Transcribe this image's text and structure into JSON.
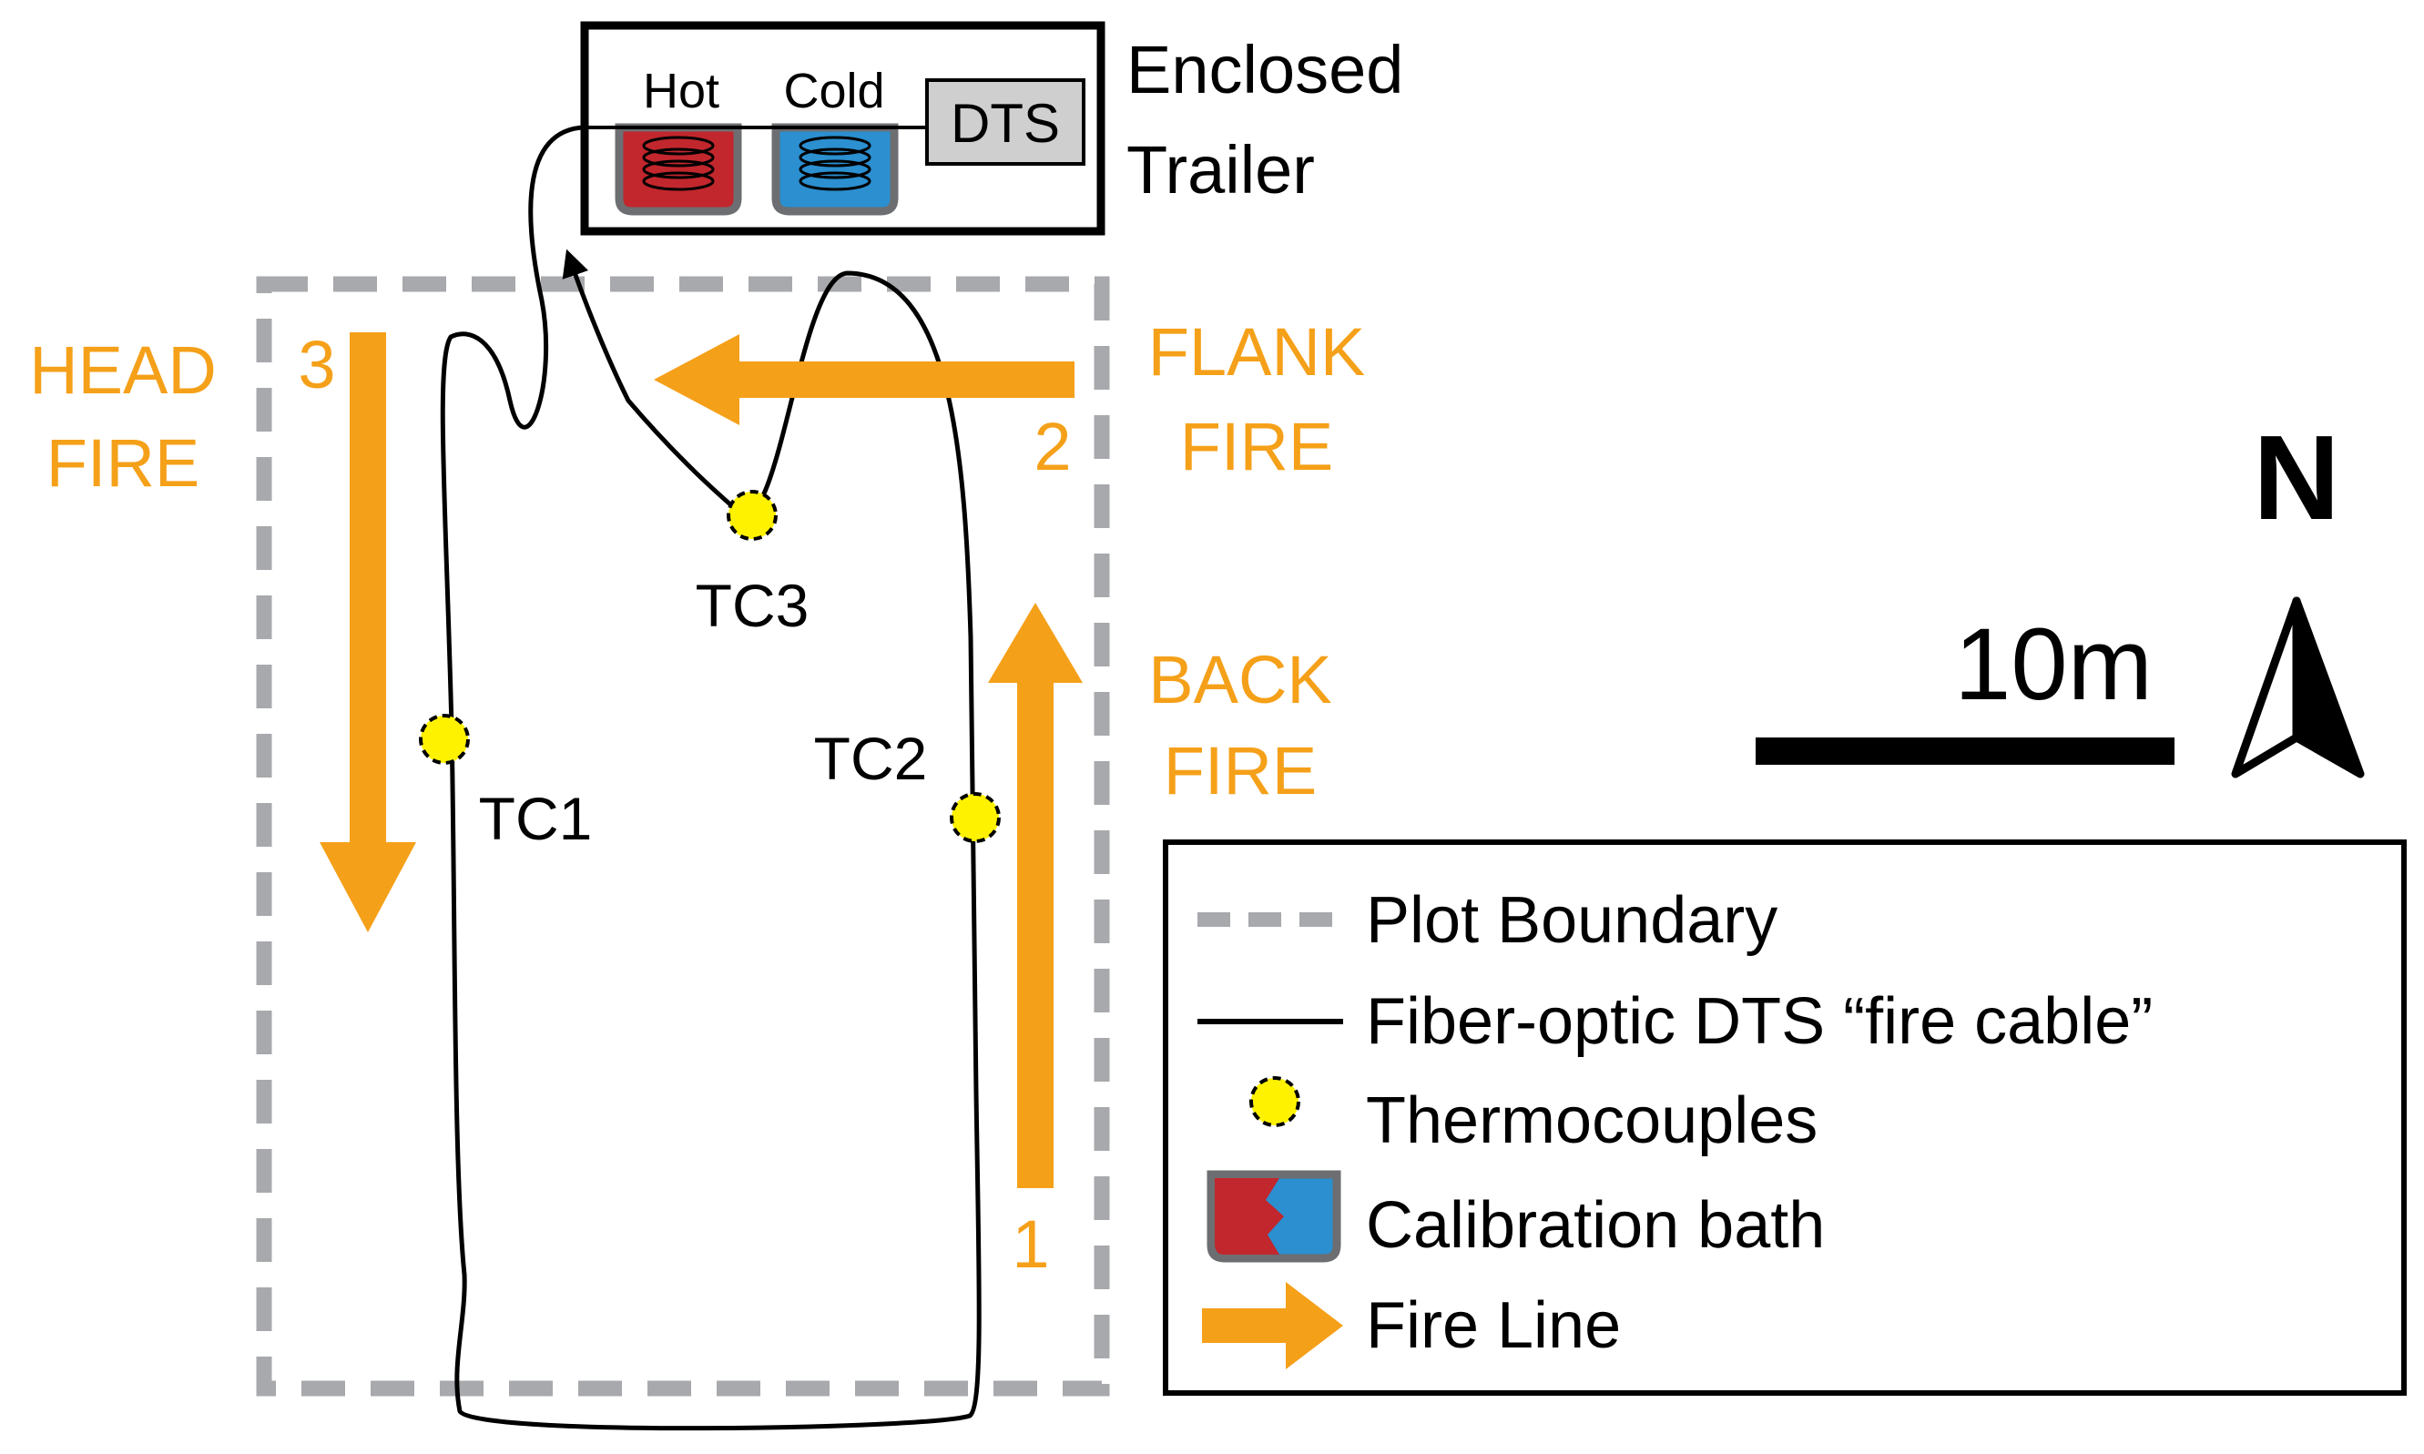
{
  "trailer": {
    "title_line1": "Enclosed",
    "title_line2": "Trailer",
    "hot_label": "Hot",
    "cold_label": "Cold",
    "dts_label": "DTS"
  },
  "fires": {
    "head": {
      "line1": "HEAD",
      "line2": "FIRE",
      "number": "3"
    },
    "flank": {
      "line1": "FLANK",
      "line2": "FIRE",
      "number": "2"
    },
    "back": {
      "line1": "BACK",
      "line2": "FIRE",
      "number": "1"
    }
  },
  "thermocouples": [
    "TC1",
    "TC2",
    "TC3"
  ],
  "scale": {
    "label": "10m"
  },
  "north": {
    "label": "N"
  },
  "legend": {
    "items": [
      {
        "key": "plot-boundary",
        "label": "Plot Boundary"
      },
      {
        "key": "fire-cable",
        "label": "Fiber-optic DTS “fire cable”"
      },
      {
        "key": "thermocouples",
        "label": "Thermocouples"
      },
      {
        "key": "calibration-bath",
        "label": "Calibration bath"
      },
      {
        "key": "fire-line",
        "label": "Fire Line"
      }
    ]
  },
  "colors": {
    "fire": "#f5a019",
    "boundary": "#a7a9ac",
    "thermocouple": "#fff200",
    "hot_bath": "#c1272d",
    "cold_bath": "#2b8fd0",
    "bath_rim": "#6d6e71",
    "dts_box": "#cfcfcf"
  }
}
